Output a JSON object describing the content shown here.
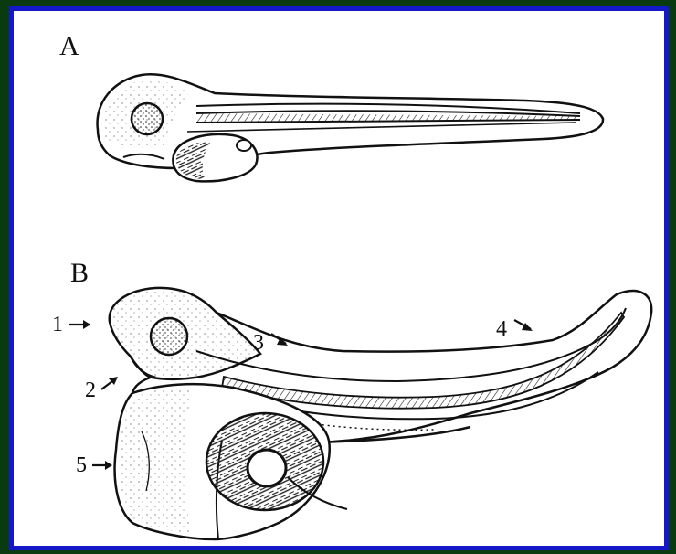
{
  "panels": [
    {
      "letter": "A"
    },
    {
      "letter": "B"
    }
  ],
  "callouts": [
    "1",
    "2",
    "3",
    "4",
    "5"
  ],
  "colors": {
    "frame": "#1418c8",
    "background": "#0a3a10",
    "ink": "#111111"
  }
}
